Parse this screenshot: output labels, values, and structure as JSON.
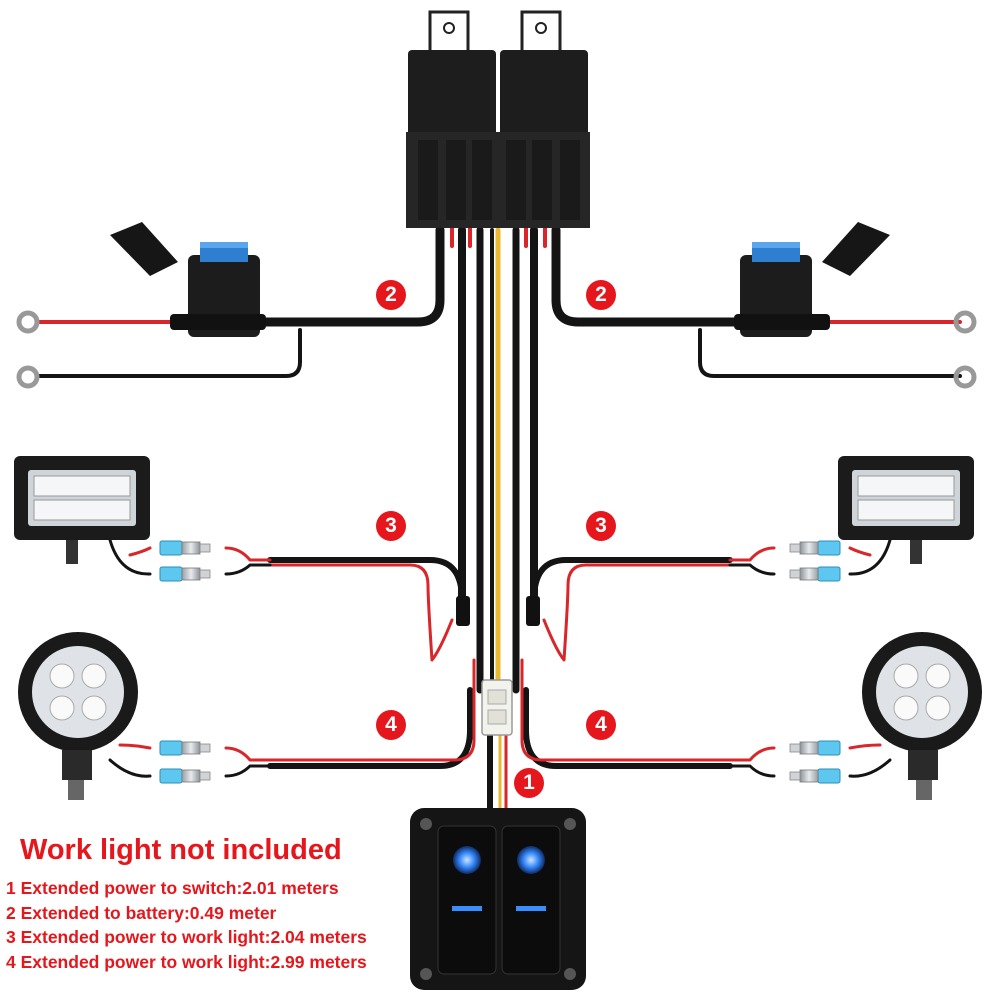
{
  "callouts": {
    "switch": "1",
    "battery_left": "2",
    "battery_right": "2",
    "light_upper_left": "3",
    "light_upper_right": "3",
    "light_lower_left": "4",
    "light_lower_right": "4"
  },
  "notice": "Work light not included",
  "legend": [
    "1 Extended power to switch:2.01 meters",
    "2 Extended to battery:0.49 meter",
    "3 Extended power to work light:2.04 meters",
    "4 Extended power to work light:2.99 meters"
  ],
  "colors": {
    "callout": "#e5161c",
    "text": "#e5161c",
    "wire_black": "#141414",
    "wire_red": "#d8262b",
    "wire_yellow": "#e9b830",
    "fuse_blue": "#2f7fd0",
    "terminal_blue": "#5ec7ef",
    "led_blue": "#3a8dff"
  },
  "icons": [
    "relay-icon",
    "fuse-holder-icon",
    "ring-terminal-icon",
    "light-bar-icon",
    "round-work-light-icon",
    "spade-connector-icon",
    "rocker-switch-panel-icon"
  ]
}
